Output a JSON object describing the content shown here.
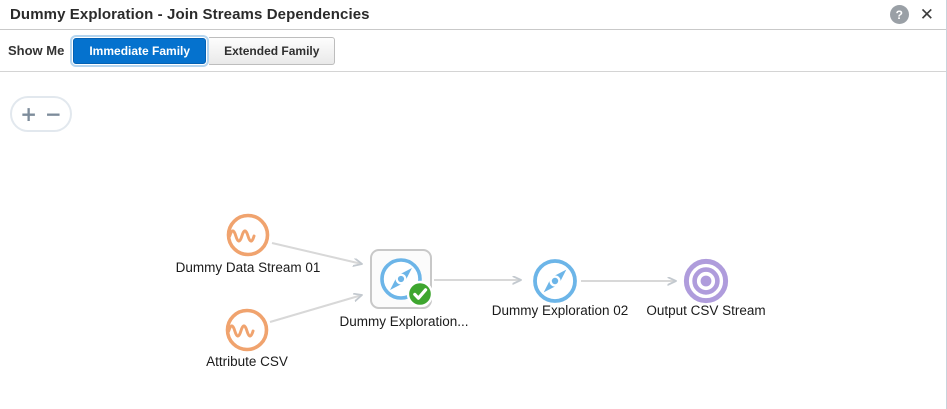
{
  "header": {
    "title": "Dummy Exploration - Join Streams Dependencies",
    "help_icon": "?",
    "close_icon": "✕"
  },
  "toolbar": {
    "show_me_label": "Show Me",
    "buttons": [
      {
        "label": "Immediate Family",
        "selected": true
      },
      {
        "label": "Extended Family",
        "selected": false
      }
    ]
  },
  "zoom_controls": {
    "zoom_in": "+",
    "zoom_out": "−"
  },
  "colors": {
    "selected_button": "#0572ce",
    "data_stream_orange": "#f0a36e",
    "exploration_blue": "#6cb5e8",
    "output_purple": "#af9cdc",
    "status_green": "#3ea62f",
    "edge_gray": "#d8d8d8"
  },
  "graph": {
    "nodes": [
      {
        "id": "ds1",
        "label": "Dummy Data Stream 01",
        "type": "data-stream",
        "icon": "wave-icon",
        "color": "#f0a36e"
      },
      {
        "id": "csv",
        "label": "Attribute CSV",
        "type": "data-stream",
        "icon": "wave-icon",
        "color": "#f0a36e"
      },
      {
        "id": "exp1",
        "label": "Dummy Exploration...",
        "type": "exploration",
        "icon": "compass-icon",
        "color": "#6cb5e8",
        "selected": true,
        "status": "completed"
      },
      {
        "id": "exp2",
        "label": "Dummy Exploration 02",
        "type": "exploration",
        "icon": "compass-icon",
        "color": "#6cb5e8"
      },
      {
        "id": "out",
        "label": "Output CSV Stream",
        "type": "output-stream",
        "icon": "bullseye-icon",
        "color": "#af9cdc"
      }
    ],
    "edges": [
      {
        "from": "ds1",
        "to": "exp1"
      },
      {
        "from": "csv",
        "to": "exp1"
      },
      {
        "from": "exp1",
        "to": "exp2"
      },
      {
        "from": "exp2",
        "to": "out"
      }
    ]
  }
}
